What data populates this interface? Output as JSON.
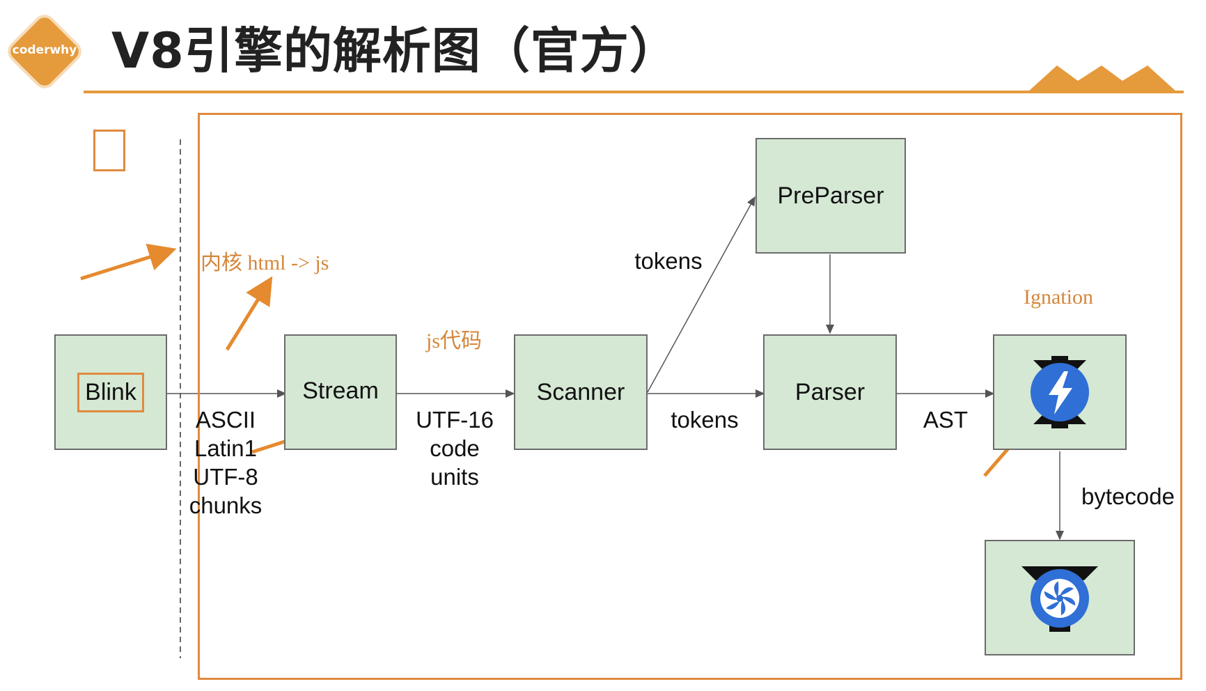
{
  "header": {
    "logo_text": "coderwhy",
    "title": "V8引擎的解析图（官方）"
  },
  "diagram": {
    "nodes": {
      "blink": "Blink",
      "stream": "Stream",
      "scanner": "Scanner",
      "preparser": "PreParser",
      "parser": "Parser",
      "ignition_icon": "ignition-icon",
      "turbofan_icon": "turbofan-icon"
    },
    "edge_labels": {
      "stream_input": [
        "ASCII",
        "Latin1",
        "UTF-8",
        "chunks"
      ],
      "scanner_input": [
        "UTF-16",
        "code",
        "units"
      ],
      "tokens_up": "tokens",
      "tokens_right": "tokens",
      "ast": "AST",
      "bytecode": "bytecode"
    },
    "annotations": {
      "kernel": "内核 html -> js",
      "js_code": "js代码",
      "ignation": "Ignation"
    }
  },
  "colors": {
    "accent": "#e59a3c",
    "frame": "#e08a3e",
    "node_fill": "#d5e8d4",
    "node_border": "#6b6b6b",
    "icon_blue": "#2f6fd6"
  }
}
